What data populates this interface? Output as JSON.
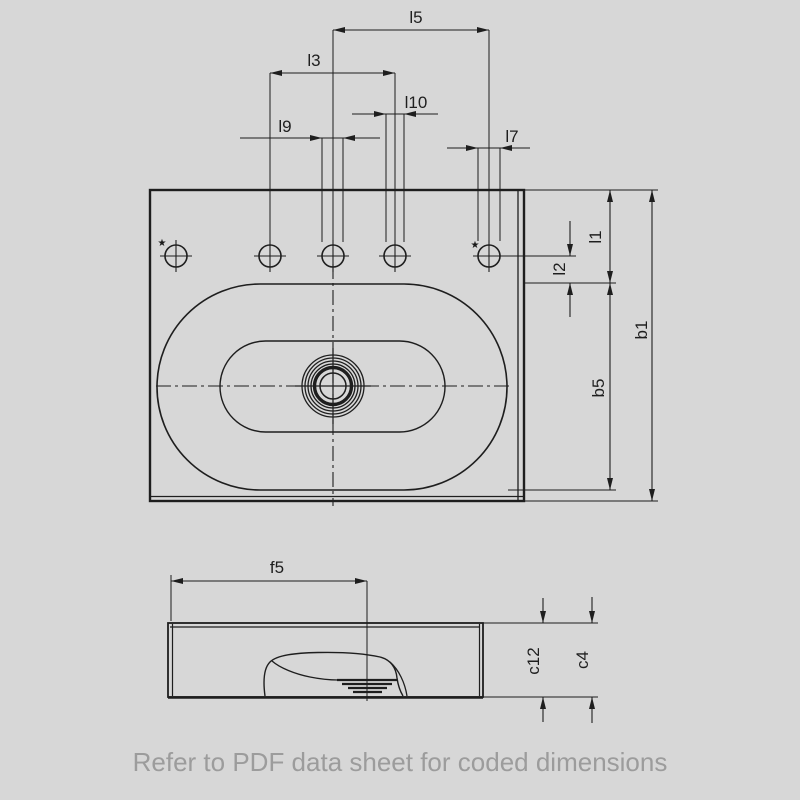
{
  "colors": {
    "background": "#d7d7d7",
    "line": "#1e1e1e",
    "footer_text": "#9c9c9c"
  },
  "labels": {
    "l5": "l5",
    "l3": "l3",
    "l10": "l10",
    "l9": "l9",
    "l7": "l7",
    "l1": "l1",
    "l2": "l2",
    "b5": "b5",
    "b1": "b1",
    "f5": "f5",
    "c12": "c12",
    "c4": "c4"
  },
  "markers": {
    "left_tap_hole_star": "★",
    "right_tap_hole_star": "★"
  },
  "drawing": {
    "description": "washbasin technical drawing: top view with 5 tap holes and drain, side section with fitting",
    "tap_holes": 5,
    "dimension_codes": [
      "l5",
      "l3",
      "l10",
      "l9",
      "l7",
      "l1",
      "l2",
      "b5",
      "b1",
      "f5",
      "c12",
      "c4"
    ]
  },
  "footer": {
    "note": "Refer to PDF data sheet for coded dimensions"
  }
}
